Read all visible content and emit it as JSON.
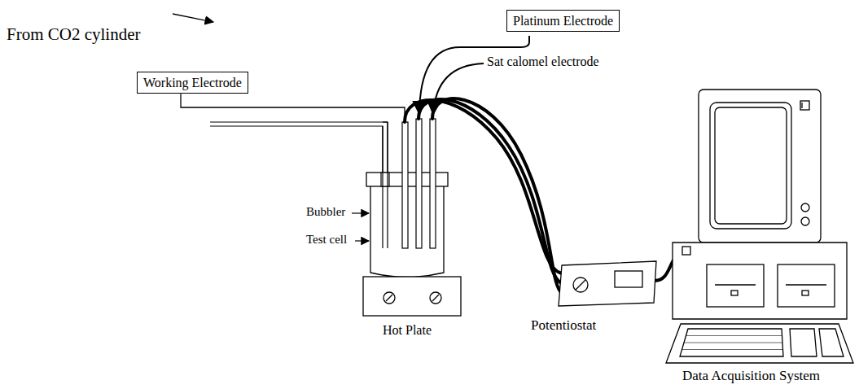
{
  "diagram": {
    "nodes": [
      {
        "text": [
          "Working Electrode"
        ]
      },
      {
        "text": [
          "Platinum Electrode"
        ]
      }
    ],
    "labels": [
      "From CO2 cylinder",
      "Sat calomel electrode",
      "Bubbler",
      "Test cell",
      "Hot Plate",
      "Potentiostat",
      "Data Acquisition System"
    ]
  }
}
